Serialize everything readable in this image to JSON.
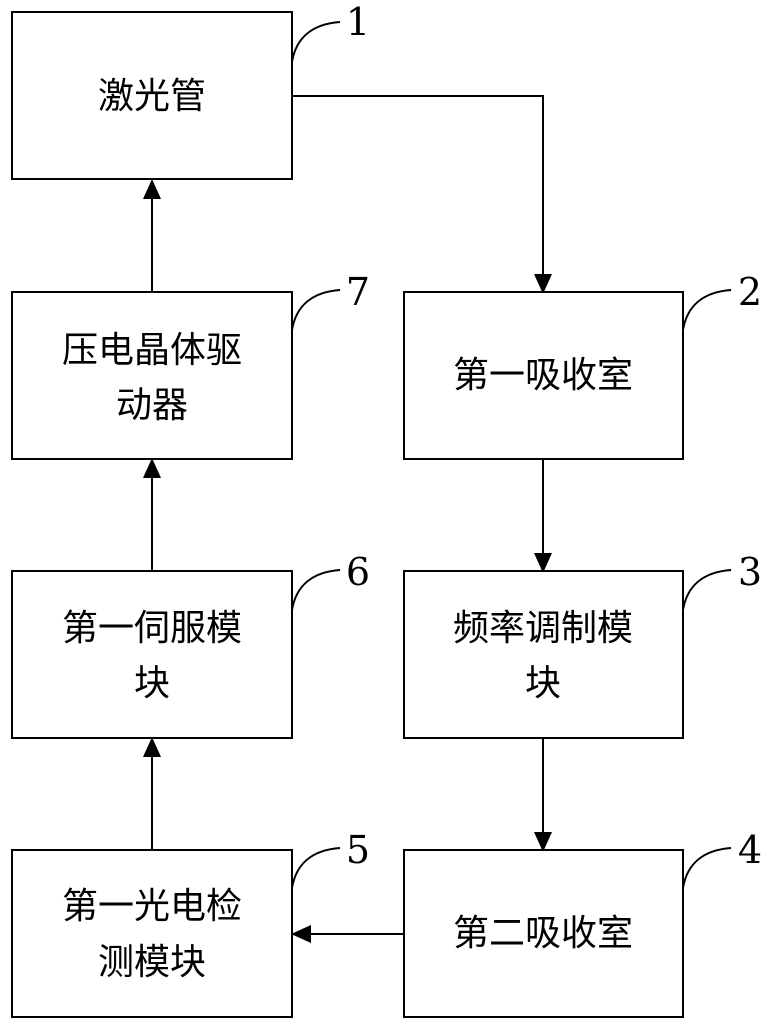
{
  "diagram": {
    "nodes": [
      {
        "id": "laser",
        "number": "1",
        "lines": [
          "激光管"
        ]
      },
      {
        "id": "absorb1",
        "number": "2",
        "lines": [
          "第一吸收室"
        ]
      },
      {
        "id": "freqmod",
        "number": "3",
        "lines": [
          "频率调制模",
          "块"
        ]
      },
      {
        "id": "absorb2",
        "number": "4",
        "lines": [
          "第二吸收室"
        ]
      },
      {
        "id": "photodet",
        "number": "5",
        "lines": [
          "第一光电检",
          "测模块"
        ]
      },
      {
        "id": "servo",
        "number": "6",
        "lines": [
          "第一伺服模",
          "块"
        ]
      },
      {
        "id": "piezo",
        "number": "7",
        "lines": [
          "压电晶体驱",
          "动器"
        ]
      }
    ],
    "edges": [
      {
        "from": "laser",
        "to": "absorb1"
      },
      {
        "from": "absorb1",
        "to": "freqmod"
      },
      {
        "from": "freqmod",
        "to": "absorb2"
      },
      {
        "from": "absorb2",
        "to": "photodet"
      },
      {
        "from": "photodet",
        "to": "servo"
      },
      {
        "from": "servo",
        "to": "piezo"
      },
      {
        "from": "piezo",
        "to": "laser"
      }
    ],
    "colors": {
      "stroke": "#000000",
      "fill": "#ffffff",
      "text": "#000000"
    }
  }
}
